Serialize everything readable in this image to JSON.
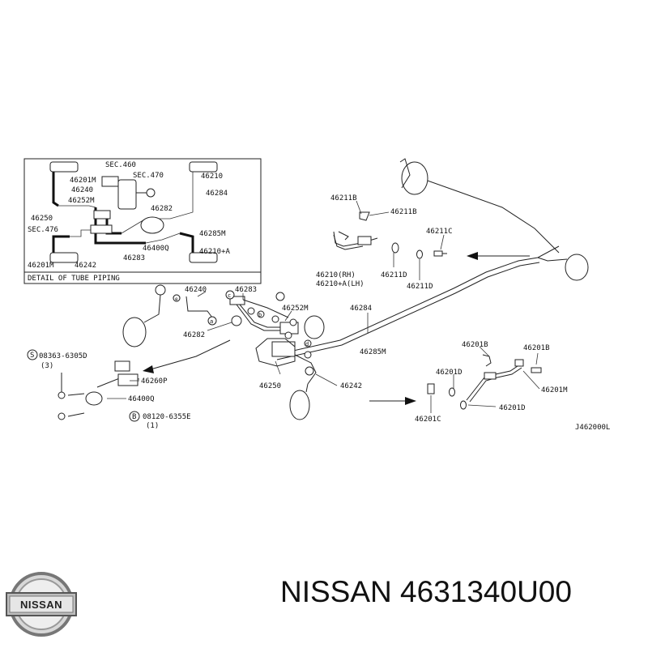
{
  "detail_box": {
    "caption": "DETAIL OF TUBE PIPING",
    "labels": {
      "sec460": "SEC.460",
      "sec470": "SEC.470",
      "sec476": "SEC.476",
      "l46201m_top": "46201M",
      "l46240": "46240",
      "l46252m": "46252M",
      "l46250": "46250",
      "l46201m_bot": "46201M",
      "l46242": "46242",
      "l46283": "46283",
      "l46400q": "46400Q",
      "l46282": "46282",
      "l46284": "46284",
      "l46210": "46210",
      "l46285m": "46285M",
      "l46210a": "46210+A"
    }
  },
  "main_labels": {
    "l46211b_a": "46211B",
    "l46211b_b": "46211B",
    "l46211c": "46211C",
    "l46210rh": "46210(RH)",
    "l46210lh": "46210+A(LH)",
    "l46211d_a": "46211D",
    "l46211d_b": "46211D",
    "l46240": "46240",
    "l46283": "46283",
    "l46252m": "46252M",
    "l46284": "46284",
    "l46285m": "46285M",
    "l46282": "46282",
    "l46250": "46250",
    "l46242": "46242",
    "bolt_s": "08363-6305D",
    "bolt_s_qty": "(3)",
    "l46260p": "46260P",
    "l46400q": "46400Q",
    "bolt_b": "08120-6355E",
    "bolt_b_qty": "(1)",
    "l46201b_a": "46201B",
    "l46201b_b": "46201B",
    "l46201d_a": "46201D",
    "l46201m": "46201M",
    "l46201d_b": "46201D",
    "l46201c": "46201C",
    "ref_code": "J462000L",
    "callout_s": "S",
    "callout_b": "B",
    "callout_a": "a",
    "callout_b2": "b",
    "callout_c": "c",
    "callout_d": "d",
    "callout_e": "e"
  },
  "logo": {
    "text": "NISSAN"
  },
  "title": "NISSAN 4631340U00"
}
